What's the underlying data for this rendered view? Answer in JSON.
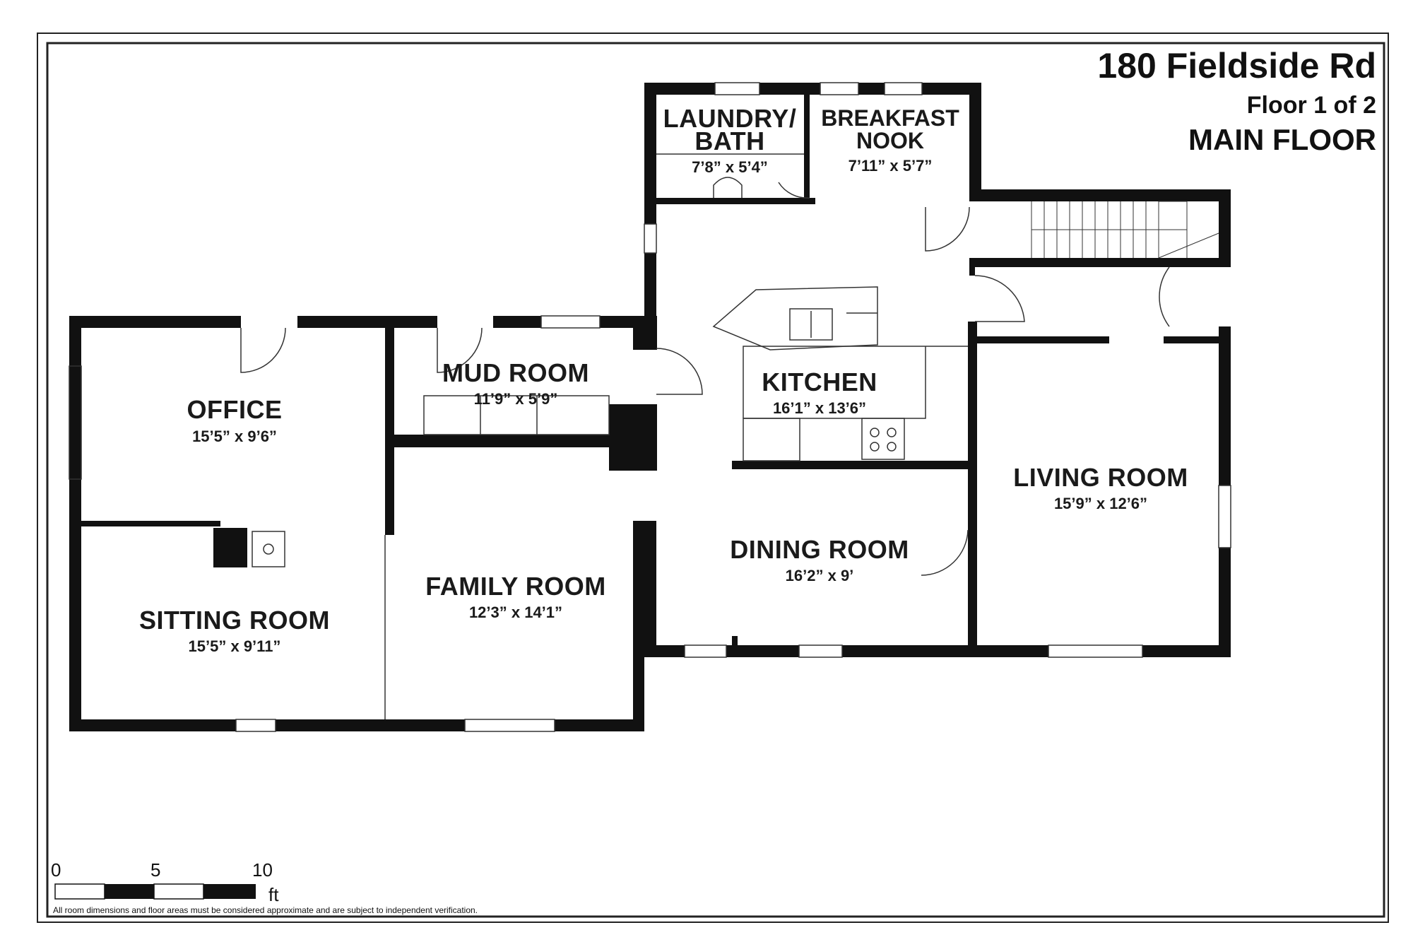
{
  "header": {
    "address": "180 Fieldside Rd",
    "floor": "Floor 1 of 2",
    "level": "MAIN FLOOR"
  },
  "rooms": {
    "laundry": {
      "name_1": "LAUNDRY/",
      "name_2": "BATH",
      "dims": "7’8” x 5’4”"
    },
    "nook": {
      "name_1": "BREAKFAST",
      "name_2": "NOOK",
      "dims": "7’11” x 5’7”"
    },
    "office": {
      "name": "OFFICE",
      "dims": "15’5” x 9’6”"
    },
    "mud": {
      "name": "MUD ROOM",
      "dims": "11’9” x 5’9”"
    },
    "kitchen": {
      "name": "KITCHEN",
      "dims": "16’1” x 13’6”"
    },
    "living": {
      "name": "LIVING ROOM",
      "dims": "15’9” x 12’6”"
    },
    "dining": {
      "name": "DINING ROOM",
      "dims": "16’2” x 9’"
    },
    "family": {
      "name": "FAMILY ROOM",
      "dims": "12’3” x 14’1”"
    },
    "sitting": {
      "name": "SITTING ROOM",
      "dims": "15’5” x 9’11”"
    }
  },
  "scale": {
    "label_0": "0",
    "label_5": "5",
    "label_10": "10",
    "unit": "ft"
  },
  "disclaimer": "All room dimensions and floor areas must be considered approximate and are subject to independent verification."
}
